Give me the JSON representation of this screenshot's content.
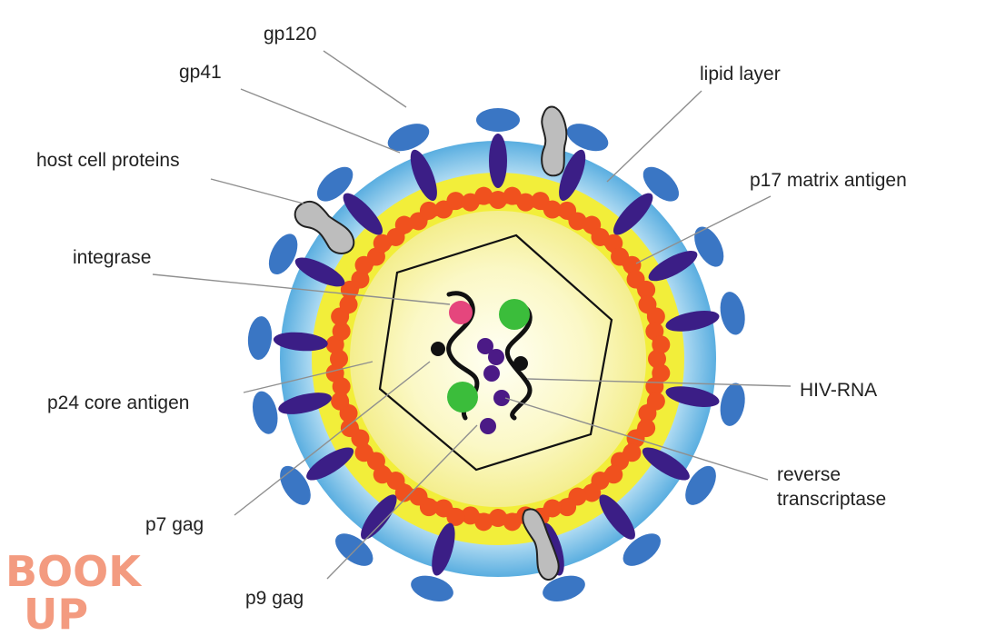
{
  "labels": {
    "gp120": "gp120",
    "gp41": "gp41",
    "host_cell_proteins": "host cell proteins",
    "integrase": "integrase",
    "p24_core_antigen": "p24 core antigen",
    "p7_gag": "p7 gag",
    "p9_gag": "p9 gag",
    "lipid_layer": "lipid layer",
    "p17_matrix_antigen": "p17 matrix antigen",
    "hiv_rna": "HIV-RNA",
    "reverse_line1": "reverse",
    "reverse_line2": "transcriptase"
  },
  "watermark": {
    "line1": "BOOK",
    "line2": "UP"
  },
  "colors": {
    "outer_membrane": "#5aaee0",
    "yellow_layer": "#f2ee3a",
    "matrix_dots": "#f0511e",
    "core_center": "#fffff0",
    "spike_stalk": "#3b1e86",
    "spike_cap": "#3a76c4",
    "host_protein": "#bdbdbd",
    "integrase": "#e5467d",
    "reverse_transcriptase": "#3bbd3b",
    "gag_proteins": "#4b1a86",
    "rna": "#111111",
    "watermark": "#f28a6a"
  }
}
